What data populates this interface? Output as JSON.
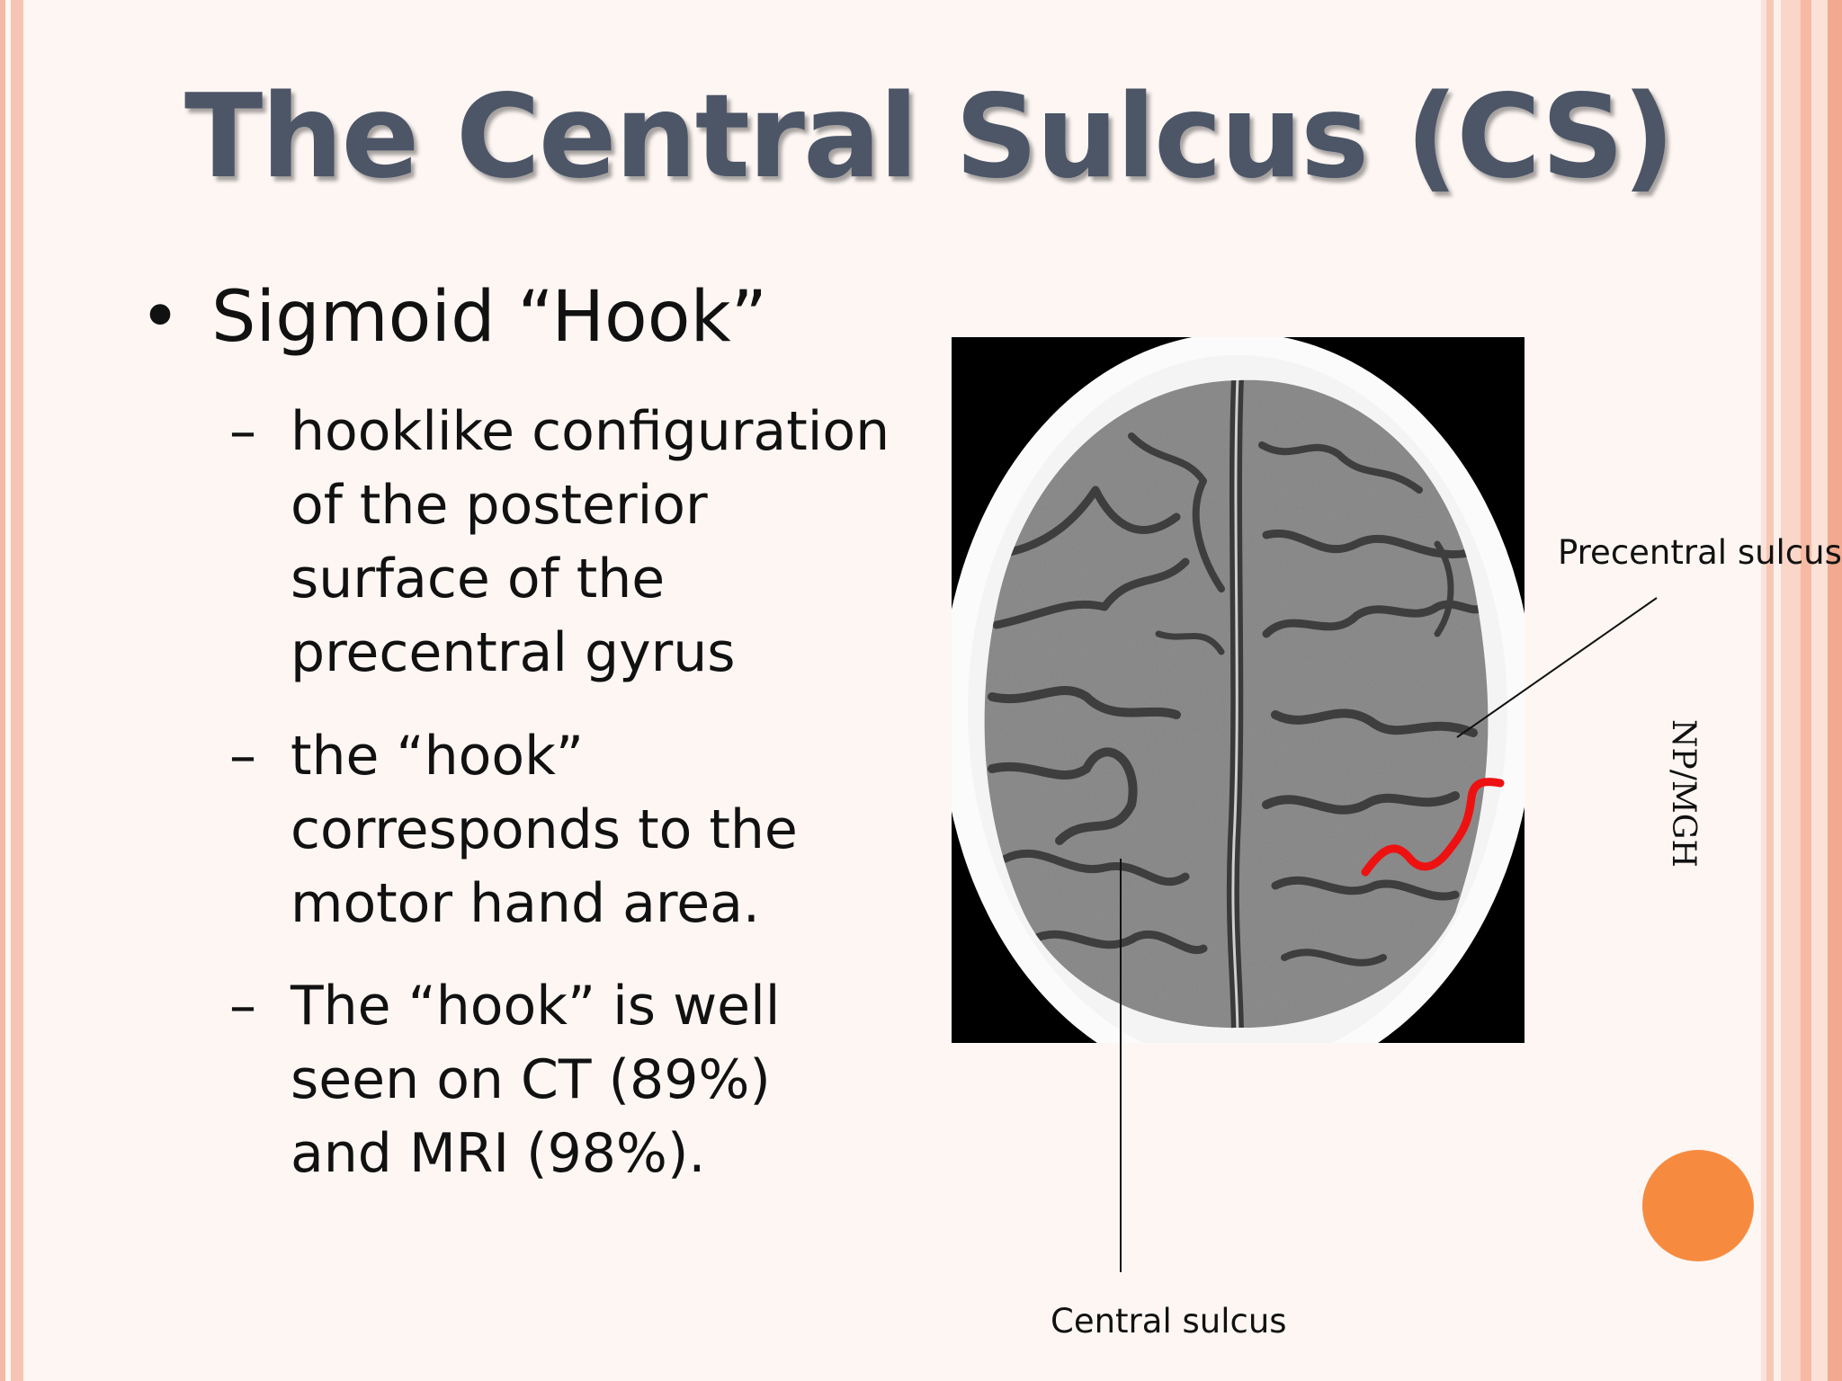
{
  "slide": {
    "title": "The Central Sulcus (CS)",
    "bullet": "Sigmoid “Hook”",
    "sub_bullets": [
      {
        "dash": "–",
        "lines": [
          "hooklike configuration",
          "of the posterior",
          "surface of the",
          "precentral gyrus"
        ]
      },
      {
        "dash": "–",
        "lines": [
          "the “hook”",
          "corresponds to the",
          "motor hand area."
        ]
      },
      {
        "dash": "–",
        "lines": [
          "The “hook” is well",
          "seen on CT (89%)",
          "and MRI (98%)."
        ]
      }
    ]
  },
  "figure": {
    "label_precentral": "Precentral sulcus",
    "label_central": "Central sulcus",
    "credit": "NP/MGH",
    "hook_color": "#ee1111"
  },
  "theme": {
    "accent": "#f68b40",
    "title_color": "#4c5667",
    "background": "#fdf6f3"
  }
}
